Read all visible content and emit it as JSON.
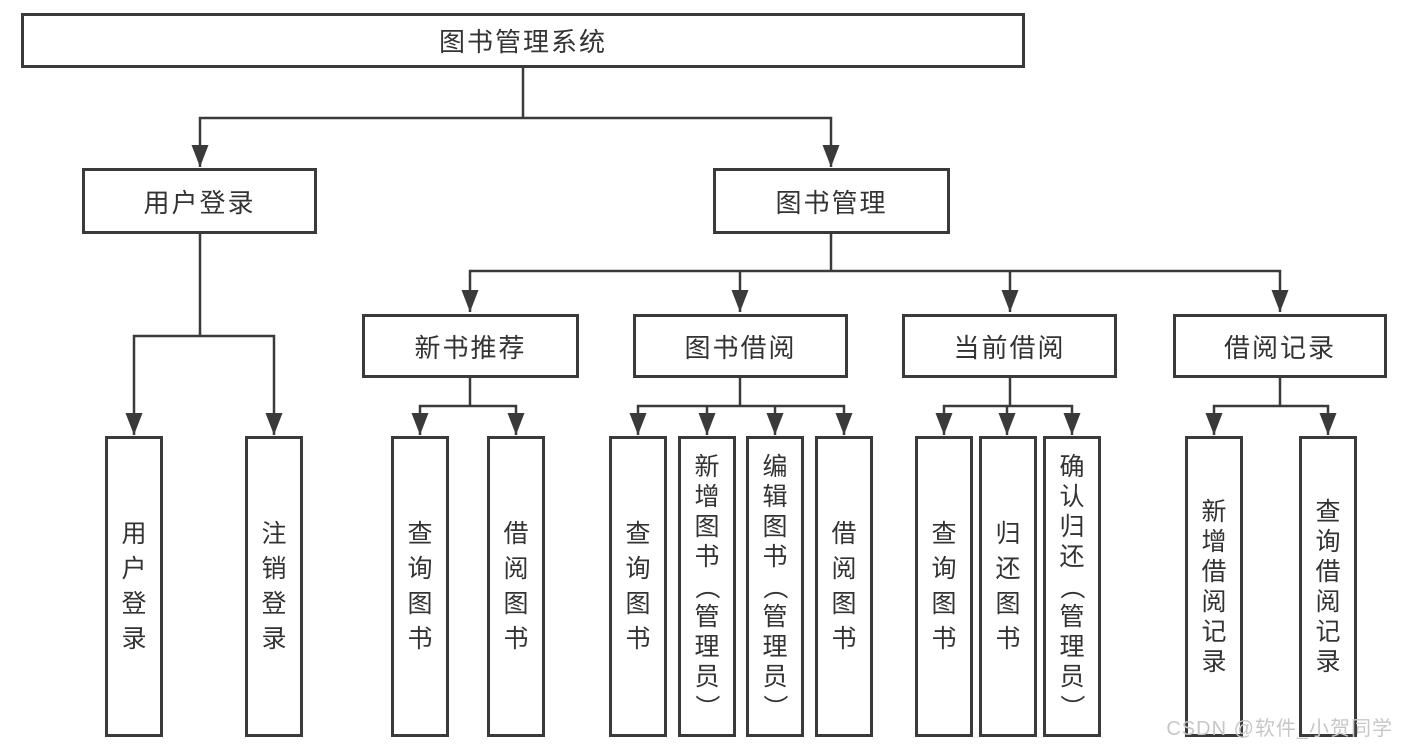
{
  "tree": {
    "label": "图书管理系统",
    "children": [
      {
        "label": "用户登录",
        "children": [
          {
            "label": "用户登录"
          },
          {
            "label": "注销登录"
          }
        ]
      },
      {
        "label": "图书管理",
        "children": [
          {
            "label": "新书推荐",
            "children": [
              {
                "label": "查询图书"
              },
              {
                "label": "借阅图书"
              }
            ]
          },
          {
            "label": "图书借阅",
            "children": [
              {
                "label": "查询图书"
              },
              {
                "label": "新增图书（管理员）"
              },
              {
                "label": "编辑图书（管理员）"
              },
              {
                "label": "借阅图书"
              }
            ]
          },
          {
            "label": "当前借阅",
            "children": [
              {
                "label": "查询图书"
              },
              {
                "label": "归还图书"
              },
              {
                "label": "确认归还（管理员）"
              }
            ]
          },
          {
            "label": "借阅记录",
            "children": [
              {
                "label": "新增借阅记录"
              },
              {
                "label": "查询借阅记录"
              }
            ]
          }
        ]
      }
    ]
  },
  "watermark": {
    "text": "CSDN @软件_小贺同学"
  },
  "colors": {
    "line": "#3a3a3a",
    "text": "#333333",
    "watermark": "#c7c7c9",
    "background": "#ffffff"
  }
}
